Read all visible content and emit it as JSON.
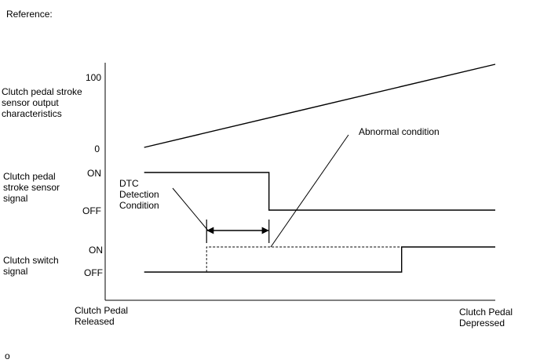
{
  "header": {
    "reference": "Reference:"
  },
  "footer": {
    "mark": "o"
  },
  "chart_data": {
    "type": "line",
    "x_axis": {
      "start_label": [
        "Clutch Pedal",
        "Released"
      ],
      "end_label": [
        "Clutch Pedal",
        "Depressed"
      ]
    },
    "x_range": [
      0,
      100
    ],
    "signals": [
      {
        "key": "stroke_output",
        "label": [
          "Clutch pedal stroke",
          "sensor output",
          "characteristics"
        ],
        "levels": [
          "0",
          "100"
        ],
        "points": [
          [
            10,
            0
          ],
          [
            100,
            100
          ]
        ]
      },
      {
        "key": "stroke_signal",
        "label": [
          "Clutch pedal",
          "stroke sensor",
          "signal"
        ],
        "levels": [
          "OFF",
          "ON"
        ],
        "points": [
          [
            10,
            1
          ],
          [
            42,
            1
          ],
          [
            42,
            0
          ],
          [
            100,
            0
          ]
        ]
      },
      {
        "key": "clutch_switch",
        "label": [
          "Clutch switch",
          "signal"
        ],
        "levels": [
          "OFF",
          "ON"
        ],
        "points": [
          [
            10,
            0
          ],
          [
            76,
            0
          ],
          [
            76,
            1
          ],
          [
            100,
            1
          ]
        ]
      },
      {
        "key": "clutch_switch_abnormal",
        "dashed": true,
        "points": [
          [
            26,
            0
          ],
          [
            26,
            1
          ],
          [
            76,
            1
          ]
        ]
      }
    ],
    "annotations": [
      {
        "key": "dtc",
        "text": [
          "DTC",
          "Detection",
          "Condition"
        ],
        "span": [
          26,
          42
        ]
      },
      {
        "key": "abnormal",
        "text": "Abnormal condition"
      }
    ]
  }
}
